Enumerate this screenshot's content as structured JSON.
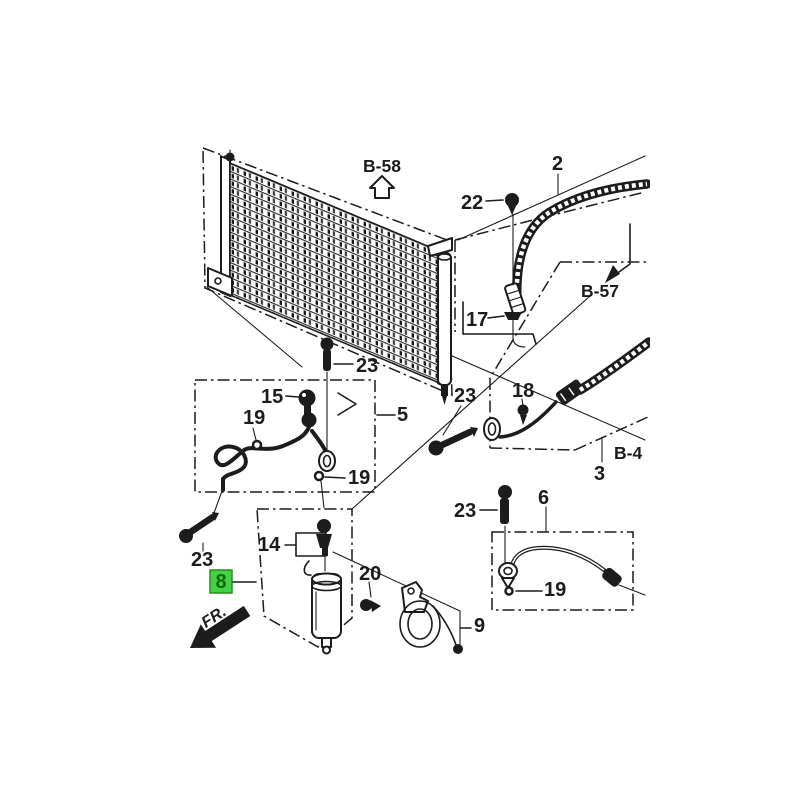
{
  "page": {
    "background": "#ffffff",
    "description": "Exploded parts diagram of an air-conditioning condenser with hoses, pipes, receiver dryer and mounting hardware"
  },
  "colors": {
    "paper": "#ffffff",
    "line": "#1c1c1c",
    "highlight_fill": "#45d145",
    "highlight_border": "#21921f",
    "highlight_text": "#0b6b0b"
  },
  "labels": {
    "b58": "B-58",
    "b57": "B-57",
    "b4": "B-4",
    "p2": "2",
    "p3": "3",
    "p5": "5",
    "p6": "6",
    "p8": "8",
    "p9": "9",
    "p14": "14",
    "p15": "15",
    "p17": "17",
    "p18": "18",
    "p19": "19",
    "p20": "20",
    "p22": "22",
    "p23": "23",
    "fr": "FR."
  },
  "diagram": {
    "kind": "exploded-parts-diagram",
    "highlighted_part": "8",
    "front_direction_label": "FR.",
    "reference_labels": [
      "B-58",
      "B-57",
      "B-4"
    ],
    "part_callouts": [
      "2",
      "3",
      "5",
      "6",
      "8",
      "9",
      "14",
      "15",
      "17",
      "18",
      "19",
      "20",
      "22",
      "23"
    ],
    "callout_occurrences": {
      "19": 3,
      "23": 4
    }
  }
}
